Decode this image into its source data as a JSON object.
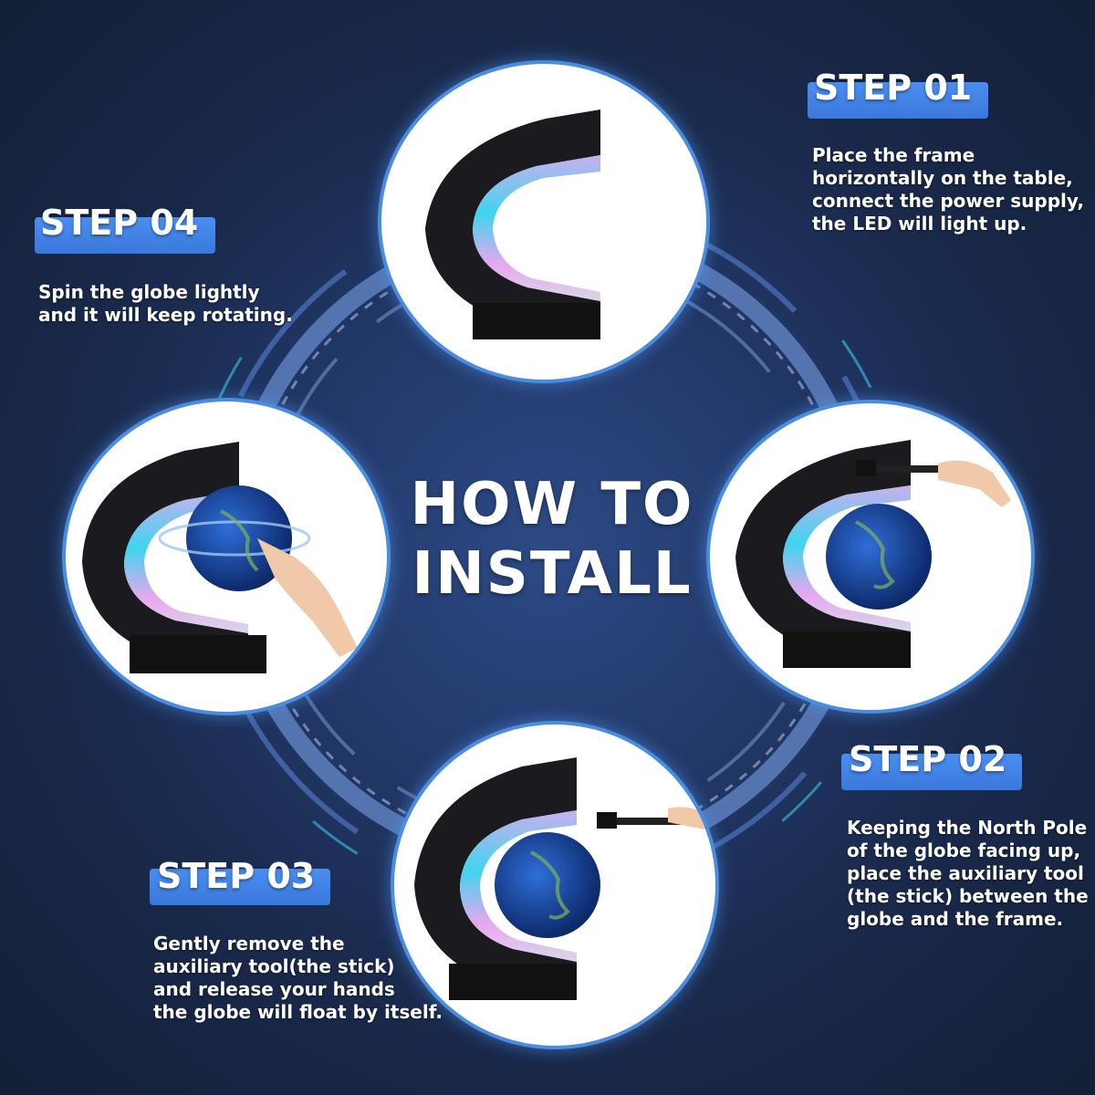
{
  "title": {
    "line1": "HOW TO",
    "line2": "INSTALL"
  },
  "steps": [
    {
      "label": "STEP 01",
      "lines": [
        "Place the frame",
        "horizontally on the table,",
        "connect the power supply,",
        "the LED will light up."
      ]
    },
    {
      "label": "STEP 02",
      "lines": [
        "Keeping the North Pole",
        "of the globe facing up,",
        "place the auxiliary tool",
        "(the stick) between the",
        "globe and the frame."
      ]
    },
    {
      "label": "STEP 03",
      "lines": [
        "Gently remove the",
        "auxiliary tool(the stick)",
        "and release your hands",
        "the globe will float by itself."
      ]
    },
    {
      "label": "STEP 04",
      "lines": [
        "Spin the globe lightly",
        "and it will keep rotating."
      ]
    }
  ],
  "images": {
    "top": "c-frame-led-icon",
    "right": "globe-with-stick-icon",
    "bottom": "globe-floating-remove-stick-icon",
    "left": "globe-spinning-hand-icon"
  },
  "colors": {
    "background": "#1a2a4d",
    "badge": "#3f83e6",
    "ring": "#6a9ef0",
    "cyan_accent": "#35c9e8"
  }
}
